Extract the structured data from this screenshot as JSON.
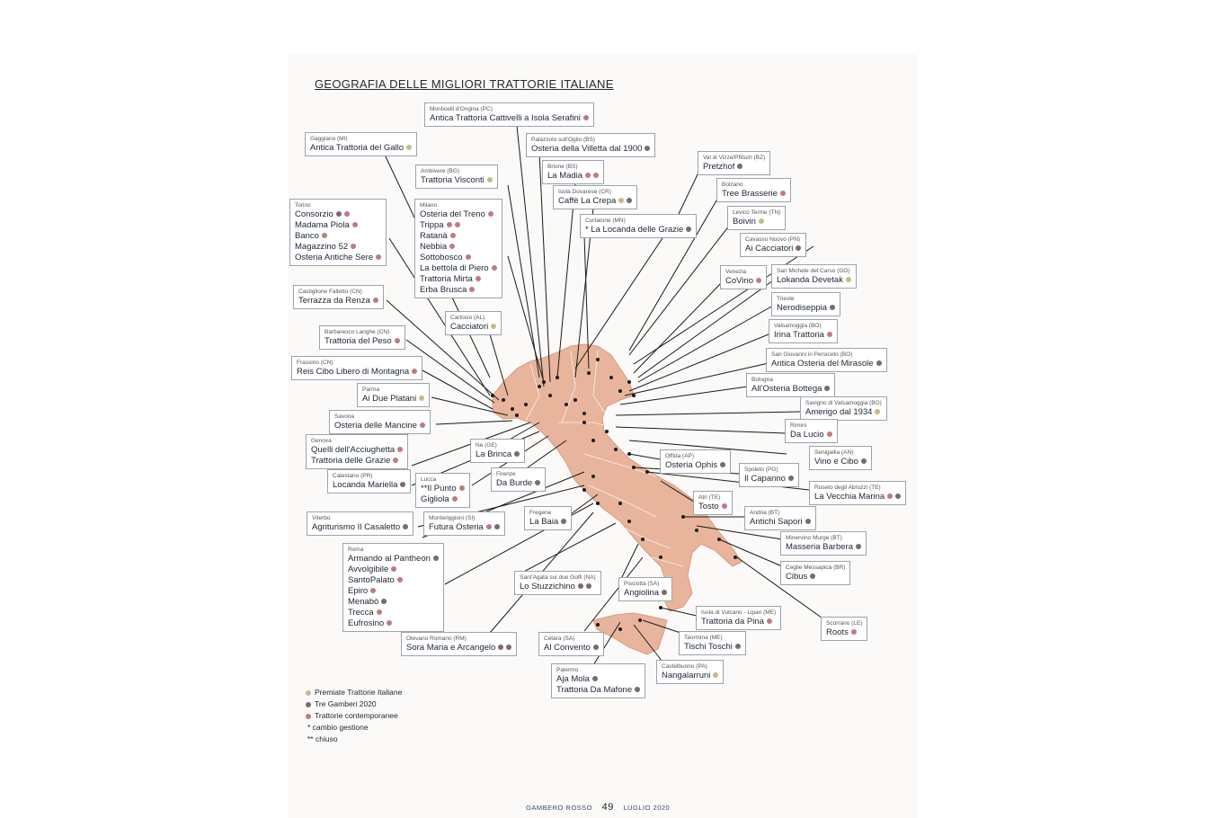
{
  "title": "GEOGRAFIA DELLE MIGLIORI TRATTORIE ITALIANE",
  "colors": {
    "premiate": "#c9b98a",
    "gamberi": "#7a6a6a",
    "contemporanee": "#c07a80",
    "map_fill": "#e8b59c",
    "line": "#1a1a1a"
  },
  "boxes": [
    {
      "loc": "Monticelli d'Ongina (PC)",
      "items": [
        {
          "name": "Antica Trattoria Cattivelli a Isola Serafini",
          "tags": [
            "contemporanee"
          ]
        }
      ]
    },
    {
      "loc": "Gaggiano (MI)",
      "items": [
        {
          "name": "Antica Trattoria del Gallo",
          "tags": [
            "premiate"
          ]
        }
      ]
    },
    {
      "loc": "Palazzolo sull'Oglio (BS)",
      "items": [
        {
          "name": "Osteria della Villetta dal 1900",
          "tags": [
            "gamberi"
          ]
        }
      ]
    },
    {
      "loc": "Val di Vizze/Pfitsch (BZ)",
      "items": [
        {
          "name": "Pretzhof",
          "tags": [
            "gamberi"
          ]
        }
      ]
    },
    {
      "loc": "Ambivere (BG)",
      "items": [
        {
          "name": "Trattoria Visconti",
          "tags": [
            "premiate"
          ]
        }
      ]
    },
    {
      "loc": "Brione (BS)",
      "items": [
        {
          "name": "La Madia",
          "tags": [
            "contemporanee",
            "contemporanee"
          ]
        }
      ]
    },
    {
      "loc": "Bolzano",
      "items": [
        {
          "name": "Tree Brasserie",
          "tags": [
            "contemporanee"
          ]
        }
      ]
    },
    {
      "loc": "Torino",
      "items": [
        {
          "name": "Consorzio",
          "tags": [
            "gamberi",
            "contemporanee"
          ]
        },
        {
          "name": "Madama Piola",
          "tags": [
            "contemporanee"
          ]
        },
        {
          "name": "Banco",
          "tags": [
            "contemporanee"
          ]
        },
        {
          "name": "Magazzino 52",
          "tags": [
            "contemporanee"
          ]
        },
        {
          "name": "Osteria Antiche Sere",
          "tags": [
            "contemporanee"
          ]
        }
      ]
    },
    {
      "loc": "Milano",
      "items": [
        {
          "name": "Osteria del Treno",
          "tags": [
            "contemporanee"
          ]
        },
        {
          "name": "Trippa",
          "tags": [
            "contemporanee",
            "contemporanee"
          ]
        },
        {
          "name": "Ratanà",
          "tags": [
            "contemporanee"
          ]
        },
        {
          "name": "Nebbia",
          "tags": [
            "contemporanee"
          ]
        },
        {
          "name": "Sottobosco",
          "tags": [
            "contemporanee"
          ]
        },
        {
          "name": "La bettola di Piero",
          "tags": [
            "contemporanee"
          ]
        },
        {
          "name": "Trattoria Mirta",
          "tags": [
            "contemporanee"
          ]
        },
        {
          "name": "Erba Brusca",
          "tags": [
            "contemporanee"
          ]
        }
      ]
    },
    {
      "loc": "Isola Dovarese (CR)",
      "items": [
        {
          "name": "Caffè La Crepa",
          "tags": [
            "premiate",
            "gamberi"
          ]
        }
      ]
    },
    {
      "loc": "Levico Terme (TN)",
      "items": [
        {
          "name": "Boivin",
          "tags": [
            "premiate"
          ]
        }
      ]
    },
    {
      "loc": "Curtatone (MN)",
      "items": [
        {
          "name": "* La Locanda delle Grazie",
          "tags": [
            "gamberi"
          ]
        }
      ]
    },
    {
      "loc": "Cavasso Nuovo (PN)",
      "items": [
        {
          "name": "Ai Cacciatori",
          "tags": [
            "gamberi"
          ]
        }
      ]
    },
    {
      "loc": "Castiglione Falletto (CN)",
      "items": [
        {
          "name": "Terrazza da Renza",
          "tags": [
            "contemporanee"
          ]
        }
      ]
    },
    {
      "loc": "Venezia",
      "items": [
        {
          "name": "CoVino",
          "tags": [
            "contemporanee"
          ]
        }
      ]
    },
    {
      "loc": "San Michele del Carso (GO)",
      "items": [
        {
          "name": "Lokanda Devetak",
          "tags": [
            "premiate"
          ]
        }
      ]
    },
    {
      "loc": "Trieste",
      "items": [
        {
          "name": "Nerodiseppia",
          "tags": [
            "gamberi"
          ]
        }
      ]
    },
    {
      "loc": "Cartosio (AL)",
      "items": [
        {
          "name": "Cacciatori",
          "tags": [
            "premiate"
          ]
        }
      ]
    },
    {
      "loc": "Barbaresco Langhe (CN)",
      "items": [
        {
          "name": "Trattoria del Peso",
          "tags": [
            "contemporanee"
          ]
        }
      ]
    },
    {
      "loc": "Valsamoggia (BO)",
      "items": [
        {
          "name": "Irina Trattoria",
          "tags": [
            "contemporanee"
          ]
        }
      ]
    },
    {
      "loc": "San Giovanni in Persiceto (BO)",
      "items": [
        {
          "name": "Antica Osteria del Mirasole",
          "tags": [
            "gamberi"
          ]
        }
      ]
    },
    {
      "loc": "Frassino (CN)",
      "items": [
        {
          "name": "Reis Cibo Libero di Montagna",
          "tags": [
            "contemporanee"
          ]
        }
      ]
    },
    {
      "loc": "Bologna",
      "items": [
        {
          "name": "All'Osteria Bottega",
          "tags": [
            "gamberi"
          ]
        }
      ]
    },
    {
      "loc": "Parma",
      "items": [
        {
          "name": "Ai Due Platani",
          "tags": [
            "premiate"
          ]
        }
      ]
    },
    {
      "loc": "Savigno di Valsamoggia (BO)",
      "items": [
        {
          "name": "Amerigo dal 1934",
          "tags": [
            "premiate"
          ]
        }
      ]
    },
    {
      "loc": "Savona",
      "items": [
        {
          "name": "Osteria delle Mancine",
          "tags": [
            "contemporanee"
          ]
        }
      ]
    },
    {
      "loc": "Rimini",
      "items": [
        {
          "name": "Da Lucio",
          "tags": [
            "contemporanee"
          ]
        }
      ]
    },
    {
      "loc": "Genova",
      "items": [
        {
          "name": "Quelli dell'Acciughetta",
          "tags": [
            "contemporanee"
          ]
        },
        {
          "name": "Trattoria delle Grazie",
          "tags": [
            "contemporanee"
          ]
        }
      ]
    },
    {
      "loc": "Ne (GE)",
      "items": [
        {
          "name": "La Brinca",
          "tags": [
            "gamberi"
          ]
        }
      ]
    },
    {
      "loc": "Offida (AP)",
      "items": [
        {
          "name": "Osteria Ophis",
          "tags": [
            "gamberi"
          ]
        }
      ]
    },
    {
      "loc": "Senigallia (AN)",
      "items": [
        {
          "name": "Vino e Cibo",
          "tags": [
            "gamberi"
          ]
        }
      ]
    },
    {
      "loc": "Lucca",
      "items": [
        {
          "name": "**Il Punto",
          "tags": [
            "contemporanee"
          ]
        },
        {
          "name": "Gigliola",
          "tags": [
            "contemporanee"
          ]
        }
      ]
    },
    {
      "loc": "Firenze",
      "items": [
        {
          "name": "Da Burde",
          "tags": [
            "gamberi"
          ]
        }
      ]
    },
    {
      "loc": "Spoleto (PG)",
      "items": [
        {
          "name": "Il Capanno",
          "tags": [
            "gamberi"
          ]
        }
      ]
    },
    {
      "loc": "Calestano (PR)",
      "items": [
        {
          "name": "Locanda Mariella",
          "tags": [
            "gamberi"
          ]
        }
      ]
    },
    {
      "loc": "Roseto degli Abruzzi (TE)",
      "items": [
        {
          "name": "La Vecchia Marina",
          "tags": [
            "contemporanee",
            "gamberi"
          ]
        }
      ]
    },
    {
      "loc": "Atri (TE)",
      "items": [
        {
          "name": "Tosto",
          "tags": [
            "contemporanee"
          ]
        }
      ]
    },
    {
      "loc": "Fregene",
      "items": [
        {
          "name": "La Baia",
          "tags": [
            "gamberi"
          ]
        }
      ]
    },
    {
      "loc": "Andria (BT)",
      "items": [
        {
          "name": "Antichi Sapori",
          "tags": [
            "gamberi"
          ]
        }
      ]
    },
    {
      "loc": "Viterbo",
      "items": [
        {
          "name": "Agriturismo Il Casaletto",
          "tags": [
            "gamberi"
          ]
        }
      ]
    },
    {
      "loc": "Monteriggioni (SI)",
      "items": [
        {
          "name": "Futura Osteria",
          "tags": [
            "contemporanee",
            "gamberi"
          ]
        }
      ]
    },
    {
      "loc": "Minervino Murge (BT)",
      "items": [
        {
          "name": "Masseria Barbera",
          "tags": [
            "gamberi"
          ]
        }
      ]
    },
    {
      "loc": "Roma",
      "items": [
        {
          "name": "Armando al Pantheon",
          "tags": [
            "gamberi"
          ]
        },
        {
          "name": "Avvolgibile",
          "tags": [
            "contemporanee"
          ]
        },
        {
          "name": "SantoPalato",
          "tags": [
            "contemporanee"
          ]
        },
        {
          "name": "Epiro",
          "tags": [
            "contemporanee"
          ]
        },
        {
          "name": "Menabò",
          "tags": [
            "gamberi"
          ]
        },
        {
          "name": "Trecca",
          "tags": [
            "contemporanee"
          ]
        },
        {
          "name": "Eufrosino",
          "tags": [
            "contemporanee"
          ]
        }
      ]
    },
    {
      "loc": "Ceglie Messapica (BR)",
      "items": [
        {
          "name": "Cibus",
          "tags": [
            "gamberi"
          ]
        }
      ]
    },
    {
      "loc": "Sant'Agata sui due Golfi (NA)",
      "items": [
        {
          "name": "Lo Stuzzichino",
          "tags": [
            "gamberi",
            "gamberi"
          ]
        }
      ]
    },
    {
      "loc": "Pisciotta (SA)",
      "items": [
        {
          "name": "Angiolina",
          "tags": [
            "gamberi"
          ]
        }
      ]
    },
    {
      "loc": "Isola di Vulcano - Lipari (ME)",
      "items": [
        {
          "name": "Trattoria da Pina",
          "tags": [
            "contemporanee"
          ]
        }
      ]
    },
    {
      "loc": "Scorrano (LE)",
      "items": [
        {
          "name": "Roots",
          "tags": [
            "contemporanee"
          ]
        }
      ]
    },
    {
      "loc": "Olevano Romano (RM)",
      "items": [
        {
          "name": "Sora Maria e Arcangelo",
          "tags": [
            "gamberi",
            "gamberi"
          ]
        }
      ]
    },
    {
      "loc": "Cetara (SA)",
      "items": [
        {
          "name": "Al Convento",
          "tags": [
            "gamberi"
          ]
        }
      ]
    },
    {
      "loc": "Taormina (ME)",
      "items": [
        {
          "name": "Tischi Toschi",
          "tags": [
            "gamberi"
          ]
        }
      ]
    },
    {
      "loc": "Castelbuono (PA)",
      "items": [
        {
          "name": "Nangalarruni",
          "tags": [
            "premiate"
          ]
        }
      ]
    },
    {
      "loc": "Palermo",
      "items": [
        {
          "name": "Aja Mola",
          "tags": [
            "gamberi"
          ]
        },
        {
          "name": "Trattoria Da Mafone",
          "tags": [
            "gamberi"
          ]
        }
      ]
    }
  ],
  "legend": [
    {
      "key": "premiate",
      "label": "Premiate Trattorie Italiane"
    },
    {
      "key": "gamberi",
      "label": "Tre Gamberi 2020"
    },
    {
      "key": "contemporanee",
      "label": "Trattorie contemporanee"
    },
    {
      "key": "",
      "label": "* cambio gestione"
    },
    {
      "key": "",
      "label": "** chiuso"
    }
  ],
  "footer": {
    "brand": "GAMBERO ROSSO",
    "page": "49",
    "date": "LUGLIO 2020"
  }
}
